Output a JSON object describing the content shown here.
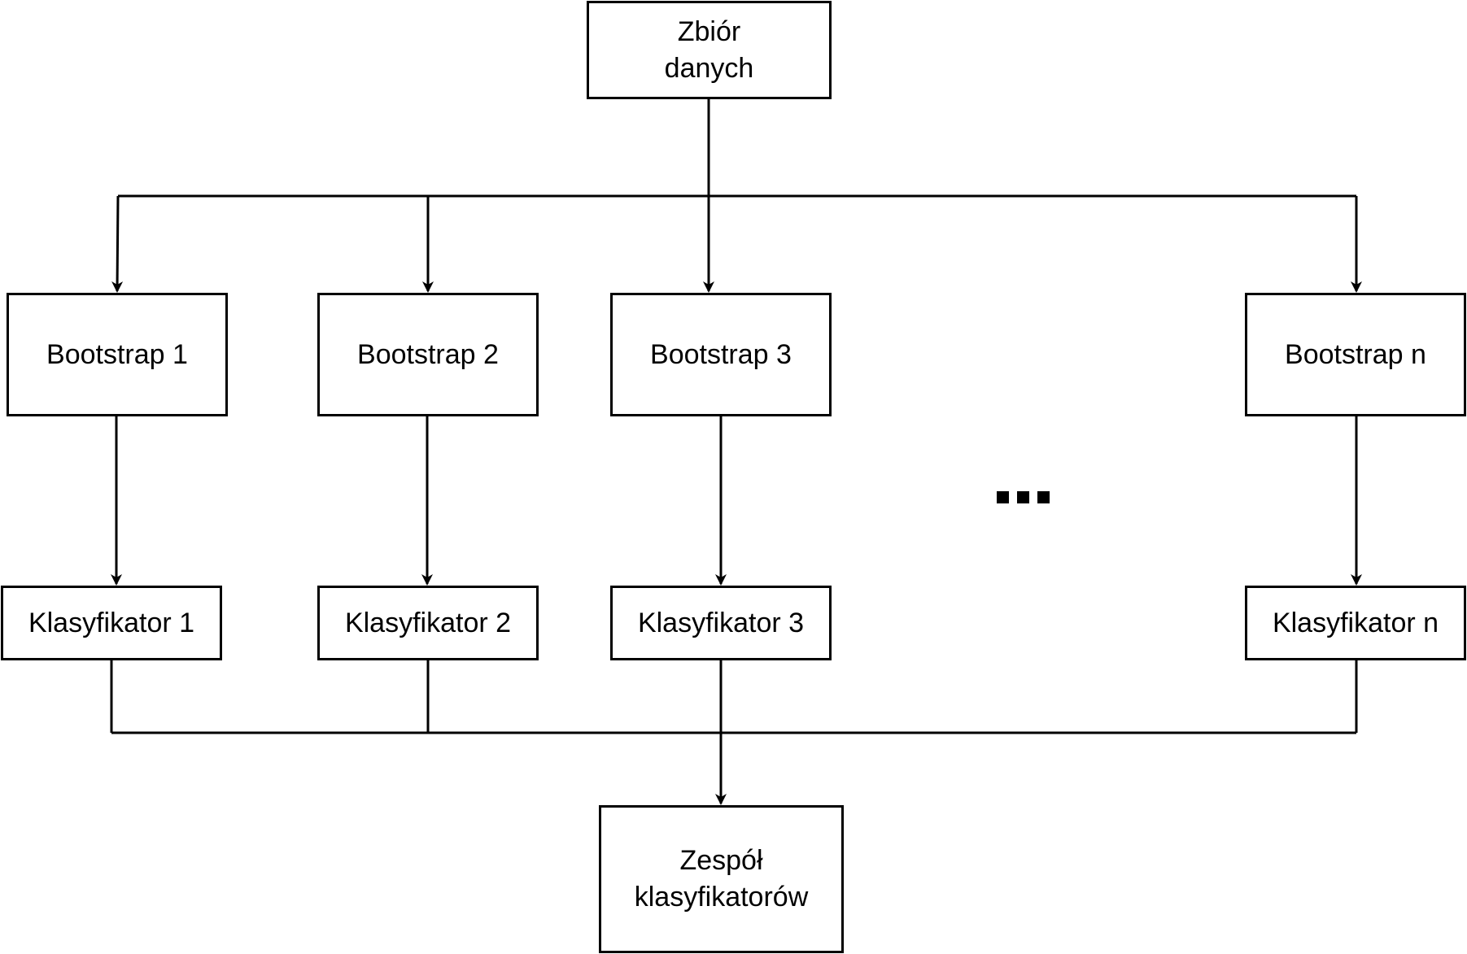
{
  "nodes": {
    "dataset": "Zbiór\ndanych",
    "bootstrap_1": "Bootstrap 1",
    "bootstrap_2": "Bootstrap 2",
    "bootstrap_3": "Bootstrap 3",
    "bootstrap_n": "Bootstrap n",
    "classifier_1": "Klasyfikator 1",
    "classifier_2": "Klasyfikator 2",
    "classifier_3": "Klasyfikator 3",
    "classifier_n": "Klasyfikator n",
    "ensemble": "Zespół\nklasyfikatorów"
  },
  "edges": [
    {
      "from": "dataset",
      "to": "bootstrap_1"
    },
    {
      "from": "dataset",
      "to": "bootstrap_2"
    },
    {
      "from": "dataset",
      "to": "bootstrap_3"
    },
    {
      "from": "dataset",
      "to": "bootstrap_n"
    },
    {
      "from": "bootstrap_1",
      "to": "classifier_1"
    },
    {
      "from": "bootstrap_2",
      "to": "classifier_2"
    },
    {
      "from": "bootstrap_3",
      "to": "classifier_3"
    },
    {
      "from": "bootstrap_n",
      "to": "classifier_n"
    },
    {
      "from": "classifier_1",
      "to": "ensemble"
    },
    {
      "from": "classifier_2",
      "to": "ensemble"
    },
    {
      "from": "classifier_3",
      "to": "ensemble"
    },
    {
      "from": "classifier_n",
      "to": "ensemble"
    }
  ],
  "colors": {
    "stroke": "#000000",
    "fill": "#ffffff",
    "text": "#000000"
  }
}
